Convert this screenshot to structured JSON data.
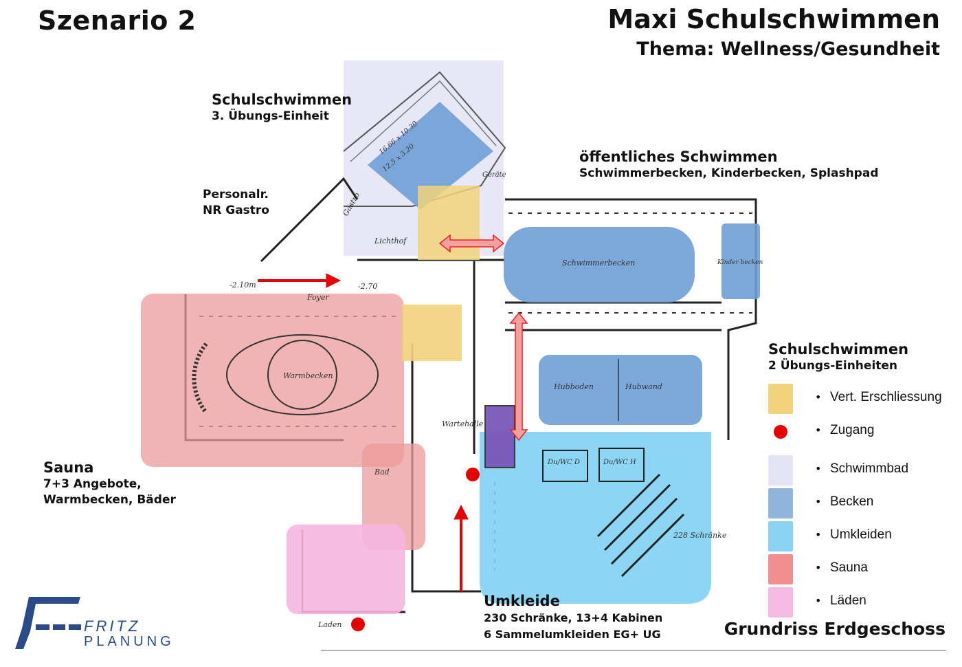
{
  "header": {
    "scenario": "Szenario 2",
    "title": "Maxi Schulschwimmen",
    "subtitle": "Thema: Wellness/Gesundheit"
  },
  "labels": {
    "schulschwimmen_top": {
      "title": "Schulschwimmen",
      "sub": "3. Übungs-Einheit"
    },
    "oeffentlich": {
      "title": "öffentliches Schwimmen",
      "sub": "Schwimmerbecken, Kinderbecken, Splashpad"
    },
    "personal": {
      "line1": "Personalr.",
      "line2": "NR Gastro"
    },
    "schulschwimmen_right": {
      "title": "Schulschwimmen",
      "sub": "2 Übungs-Einheiten"
    },
    "sauna": {
      "title": "Sauna",
      "line1": "7+3 Angebote,",
      "line2": "Warmbecken, Bäder"
    },
    "umkleide": {
      "title": "Umkleide",
      "line1": "230 Schränke, 13+4 Kabinen",
      "line2": "6 Sammelumkleiden EG+ UG"
    }
  },
  "plan_notes": {
    "warmbecken": "Warmbecken",
    "schwimmerbecken": "Schwimmerbecken",
    "kinderbecken": "Kinder becken",
    "hubboden": "Hubboden",
    "hubwand": "Hubwand",
    "foyer": "Foyer",
    "wartehalle": "Wartehalle",
    "laden": "Laden",
    "lichthof": "Lichthof",
    "gastro": "Gastro",
    "geraete": "Geräte",
    "schraenke": "228 Schränke",
    "level1": "-2.10m",
    "level2": "-2.70",
    "dim_pool": "12.5 x 3.20",
    "dim_pool2": "16.66 x 10.30",
    "bad": "Bad",
    "dusche1": "Du/WC D",
    "dusche2": "Du/WC H"
  },
  "legend": [
    {
      "label": "Vert. Erschliessung",
      "color": "#f2d27a",
      "kind": "swatch"
    },
    {
      "label": "Zugang",
      "color": "#e60000",
      "kind": "dot"
    },
    {
      "label": "Schwimmbad",
      "color": "#e3e3f3",
      "kind": "swatch"
    },
    {
      "label": "Becken",
      "color": "#8fb4dd",
      "kind": "swatch"
    },
    {
      "label": "Umkleiden",
      "color": "#8bd3f2",
      "kind": "swatch"
    },
    {
      "label": "Sauna",
      "color": "#ef8f8f",
      "kind": "swatch"
    },
    {
      "label": "Läden",
      "color": "#f6b9e3",
      "kind": "swatch"
    }
  ],
  "bottom_title": "Grundriss Erdgeschoss",
  "logo": {
    "line1": "FRITZ",
    "line2": "PLANUNG"
  },
  "colors": {
    "schwimmbad": "#e3e3f3",
    "becken": "#7fa8da",
    "umkleiden": "#7fd0f4",
    "sauna": "#ec9b9b",
    "laeden": "#f5b5e0",
    "erschliessung": "#f2d27a",
    "zugang": "#e60000",
    "violet": "#7a56b8",
    "logo": "#2a4a8a"
  }
}
